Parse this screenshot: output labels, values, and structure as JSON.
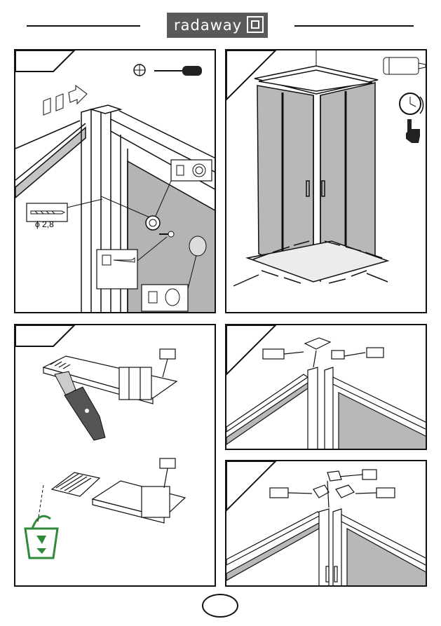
{
  "header": {
    "brand_name": "radaway",
    "logo_icon": "radaway-square-logo-icon"
  },
  "panels": [
    {
      "id": "step-1",
      "icons": [
        "screwdriver-icon",
        "direction-arrows-icon",
        "drill-bit-icon"
      ],
      "drill_label": "ϕ 2,8"
    },
    {
      "id": "step-2",
      "icons": [
        "silicone-cartridge-icon",
        "clock-icon",
        "press-hand-icon"
      ]
    },
    {
      "id": "step-3",
      "icons": [
        "utility-knife-icon",
        "recycle-bin-icon"
      ]
    },
    {
      "id": "step-4",
      "icons": []
    },
    {
      "id": "step-5",
      "icons": []
    }
  ],
  "colors": {
    "ink": "#111111",
    "logo_bg": "#5a5a5a",
    "glass": "#b4b4b4",
    "recycle_green": "#2f8a3a",
    "knife_handle": "#555555"
  }
}
